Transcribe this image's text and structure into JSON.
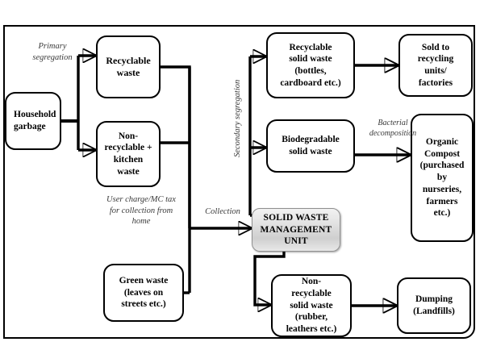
{
  "diagram": {
    "title": "Solid waste management flow",
    "stroke_color": "#000000",
    "node_fill": "#ffffff",
    "unit_fill": "#dcdcdc",
    "label_color": "#3a3a3a"
  },
  "nodes": {
    "household_garbage": "Household garbage",
    "recyclable_waste": "Recyclable waste",
    "non_recyclable_kitchen": "Non-recyclable + kitchen waste",
    "green_waste": "Green waste (leaves on streets etc.)",
    "swm_unit": "SOLID WASTE MANAGEMENT UNIT",
    "recyclable_solid_waste": "Recyclable solid waste (bottles, cardboard etc.)",
    "biodegradable_solid_waste": "Biodegradable solid waste",
    "non_recyclable_solid_waste": "Non-recyclable solid waste (rubber, leathers etc.)",
    "sold_to_recycling": "Sold to recycling units/ factories",
    "organic_compost": "Organic Compost (purchased by nurseries, farmers etc.)",
    "dumping": "Dumping (Landfills)"
  },
  "node_lines": {
    "household_garbage": [
      "Household",
      "garbage"
    ],
    "recyclable_waste": [
      "Recyclable",
      "waste"
    ],
    "non_recyclable_kitchen": [
      "Non-",
      "recyclable +",
      "kitchen",
      "waste"
    ],
    "green_waste": [
      "Green waste",
      "(leaves on",
      "streets etc.)"
    ],
    "swm_unit": [
      "SOLID WASTE",
      "MANAGEMENT",
      "UNIT"
    ],
    "recyclable_solid_waste": [
      "Recyclable",
      "solid waste",
      "(bottles,",
      "cardboard etc.)"
    ],
    "biodegradable_solid_waste": [
      "Biodegradable",
      "solid waste"
    ],
    "non_recyclable_solid_waste": [
      "Non-",
      "recyclable",
      "solid waste",
      "(rubber,",
      "leathers etc.)"
    ],
    "sold_to_recycling": [
      "Sold to",
      "recycling",
      "units/",
      "factories"
    ],
    "organic_compost": [
      "Organic",
      "Compost",
      "(purchased",
      "by",
      "nurseries,",
      "farmers",
      "etc.)"
    ],
    "dumping": [
      "Dumping",
      "(Landfills)"
    ]
  },
  "labels": {
    "primary_segregation": [
      "Primary",
      "segregation"
    ],
    "secondary_segregation": "Secondary segregation",
    "user_charge": [
      "User charge/MC tax",
      "for collection from",
      "home"
    ],
    "collection": "Collection",
    "bacterial_decomposition": [
      "Bacterial",
      "decomposition"
    ]
  }
}
